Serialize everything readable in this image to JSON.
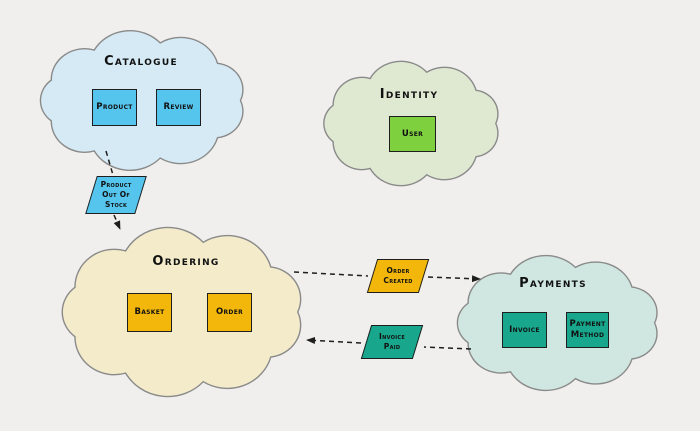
{
  "diagram": {
    "clouds": [
      {
        "id": "catalogue",
        "label": "Catalogue",
        "entities": [
          {
            "label": "Product"
          },
          {
            "label": "Review"
          }
        ]
      },
      {
        "id": "identity",
        "label": "Identity",
        "entities": [
          {
            "label": "User"
          }
        ]
      },
      {
        "id": "ordering",
        "label": "Ordering",
        "entities": [
          {
            "label": "Basket"
          },
          {
            "label": "Order"
          }
        ]
      },
      {
        "id": "payments",
        "label": "Payments",
        "entities": [
          {
            "label": "Invoice"
          },
          {
            "label": "Payment Method"
          }
        ]
      }
    ],
    "events": [
      {
        "label": "Product Out Of Stock",
        "color_key": "catalogue"
      },
      {
        "label": "Order Created",
        "color_key": "ordering"
      },
      {
        "label": "Invoice Paid",
        "color_key": "payments"
      }
    ],
    "arrows": [
      {
        "from": "Catalogue",
        "via": "Product Out Of Stock",
        "to": "Ordering",
        "style": "dashed"
      },
      {
        "from": "Ordering",
        "via": "Order Created",
        "to": "Payments",
        "style": "dashed"
      },
      {
        "from": "Payments",
        "via": "Invoice Paid",
        "to": "Ordering",
        "style": "dashed"
      }
    ],
    "colors": {
      "background": "#f0efed",
      "cloud_stroke": "#8a8a8a",
      "shape_stroke": "#1e1e1e",
      "text": "#111111",
      "catalogue_fill": "#d5eaf5",
      "catalogue_entity": "#56c5ee",
      "identity_fill": "#dfe9d2",
      "identity_entity": "#7fd03f",
      "ordering_fill": "#f3ebca",
      "ordering_entity": "#f2b70a",
      "payments_fill": "#cfe7e0",
      "payments_entity": "#18a78c"
    }
  }
}
